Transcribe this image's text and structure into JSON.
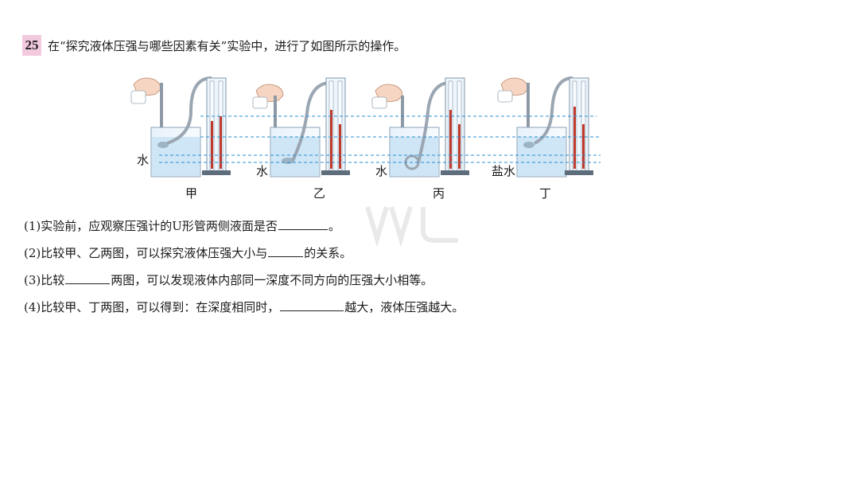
{
  "question": {
    "number": "25",
    "stem": "在“探究液体压强与哪些因素有关”实验中，进行了如图所示的操作。"
  },
  "figure": {
    "panels": [
      {
        "label": "甲",
        "liquid": "水"
      },
      {
        "label": "乙",
        "liquid": "水"
      },
      {
        "label": "丙",
        "liquid": "水"
      },
      {
        "label": "丁",
        "liquid": "盐水"
      }
    ]
  },
  "subquestions": [
    {
      "before": "(1)实验前，应观察压强计的U形管两侧液面是否",
      "after": "。"
    },
    {
      "before": "(2)比较甲、乙两图，可以探究液体压强大小与",
      "after": "的关系。"
    },
    {
      "before": "(3)比较",
      "after": "两图，可以发现液体内部同一深度不同方向的压强大小相等。"
    },
    {
      "before": "(4)比较甲、丁两图，可以得到：在深度相同时，",
      "after": "越大，液体压强越大。"
    }
  ],
  "colors": {
    "badge": "#f3c9e0",
    "water": "#cfe6f6",
    "dashed_line": "#2a8fd0",
    "u_tube_liquid": "#c0392b"
  }
}
